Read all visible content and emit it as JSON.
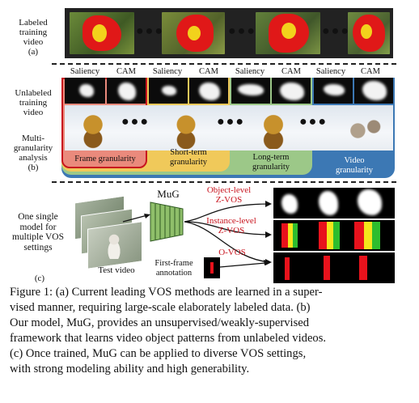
{
  "section_a": {
    "label_line1": "Labeled",
    "label_line2": "training",
    "label_line3": "video",
    "tag": "(a)"
  },
  "section_b": {
    "label_line1": "Unlabeled",
    "label_line2": "training",
    "label_line3": "video",
    "analysis_line1": "Multi-",
    "analysis_line2": "granularity",
    "analysis_line3": "analysis",
    "tag": "(b)",
    "columns": [
      {
        "saliency": "Saliency",
        "cam": "CAM"
      },
      {
        "saliency": "Saliency",
        "cam": "CAM"
      },
      {
        "saliency": "Saliency",
        "cam": "CAM"
      },
      {
        "saliency": "Saliency",
        "cam": "CAM"
      }
    ],
    "granularities": [
      {
        "line1": "Frame granularity",
        "line2": "",
        "color": "#c8141e"
      },
      {
        "line1": "Short-term",
        "line2": "granularity",
        "color": "#e6b82a"
      },
      {
        "line1": "Long-term",
        "line2": "granularity",
        "color": "#86b86a"
      },
      {
        "line1": "Video",
        "line2": "granularity",
        "color": "#3c78b4"
      }
    ]
  },
  "section_c": {
    "label_line1": "One single",
    "label_line2": "model for",
    "label_line3": "multiple VOS",
    "label_line4": "settings",
    "tag": "(c)",
    "model": "MuG",
    "test_video": "Test video",
    "annotation_line1": "First-frame",
    "annotation_line2": "annotation",
    "settings": [
      {
        "line1": "Object-level",
        "line2": "Z-VOS"
      },
      {
        "line1": "Instance-level",
        "line2": "Z-VOS"
      },
      {
        "line1": "O-VOS",
        "line2": ""
      }
    ]
  },
  "caption": "Figure 1: (a) Current leading VOS methods are learned in a supervised manner, requiring large-scale elaborately labeled data. (b) Our model, MuG, provides an unsupervised/weakly-supervised framework that learns video object patterns from unlabeled videos. (c) Once trained, MuG can be applied to diverse VOS settings, with strong modeling ability and high generability.",
  "caption_parts": {
    "l1": "Figure 1: (a) Current leading VOS methods are learned in a super-",
    "l2": "vised manner, requiring large-scale elaborately labeled data.  (b)",
    "l3": "Our model, MuG, provides an unsupervised/weakly-supervised",
    "l4": "framework that learns video object patterns from unlabeled videos.",
    "l5": "(c) Once trained, MuG can be applied to diverse VOS settings,",
    "l6": "with strong modeling ability and high generability."
  },
  "colors": {
    "accent_red": "#c8141e",
    "frame_yellow": "#e6b82a",
    "frame_green": "#86b86a",
    "frame_blue": "#3c78b4",
    "seg_red": "#e8121c",
    "seg_green": "#2ebd2e",
    "seg_yellow": "#f4e61c"
  }
}
